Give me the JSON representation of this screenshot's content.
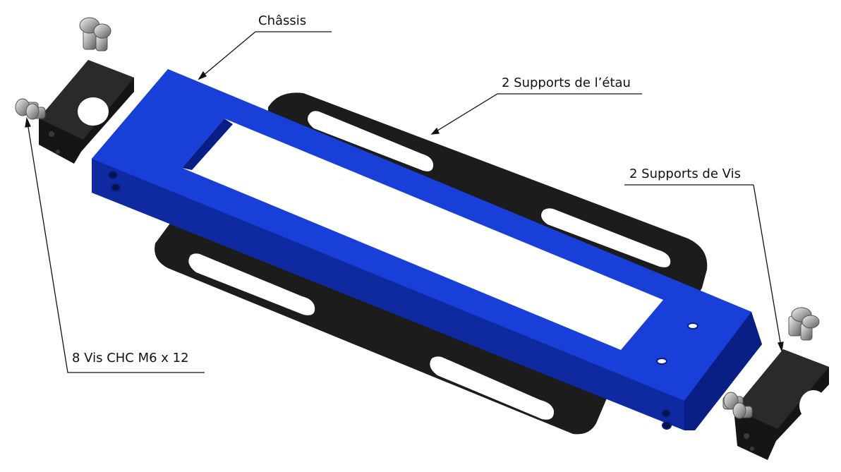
{
  "labels": {
    "chassis": "Châssis",
    "vise_supports": "2 Supports de l’étau",
    "screw_supports": "2 Supports de Vis",
    "screws": "8 Vis CHC M6 x 12"
  },
  "colors": {
    "chassis_blue": "#1840d8",
    "chassis_blue_dark": "#0a1f86",
    "chassis_blue_side": "#1233b8",
    "plate_black": "#1c1c1c",
    "block_black": "#151515",
    "screw_grey": "#b8b8b8",
    "leader_line": "#111111"
  }
}
